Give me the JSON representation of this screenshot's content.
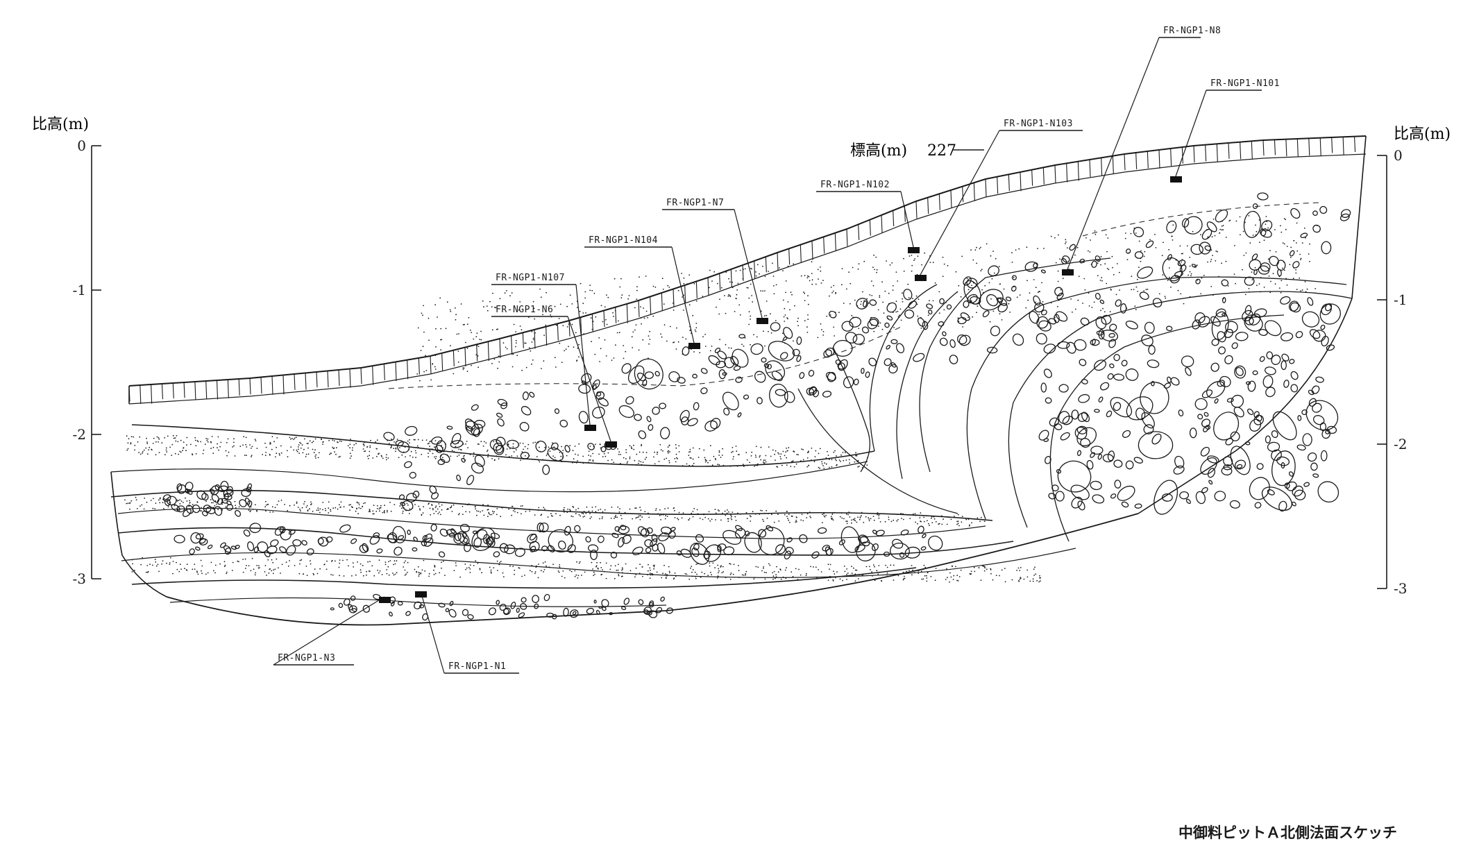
{
  "left_axis": {
    "title": "比高(m)",
    "ticks": [
      {
        "value": 0,
        "label": "0"
      },
      {
        "value": -1,
        "label": "-1"
      },
      {
        "value": -2,
        "label": "-2"
      },
      {
        "value": -3,
        "label": "-3"
      }
    ]
  },
  "right_axis": {
    "title": "比高(m)",
    "ticks": [
      {
        "value": 0,
        "label": "0"
      },
      {
        "value": -1,
        "label": "-1"
      },
      {
        "value": -2,
        "label": "-2"
      },
      {
        "value": -3,
        "label": "-3"
      }
    ]
  },
  "elevation": {
    "label": "標高(m)",
    "value": "227"
  },
  "samples": [
    {
      "id": "FR-NGP1-N8"
    },
    {
      "id": "FR-NGP1-N101"
    },
    {
      "id": "FR-NGP1-N103"
    },
    {
      "id": "FR-NGP1-N102"
    },
    {
      "id": "FR-NGP1-N7"
    },
    {
      "id": "FR-NGP1-N104"
    },
    {
      "id": "FR-NGP1-N107"
    },
    {
      "id": "FR-NGP1-N6"
    },
    {
      "id": "FR-NGP1-N3"
    },
    {
      "id": "FR-NGP1-N1"
    }
  ],
  "caption": "中御料ピットＡ北側法面スケッチ",
  "colors": {
    "ink": "#1a1a1a",
    "paper": "#ffffff"
  }
}
